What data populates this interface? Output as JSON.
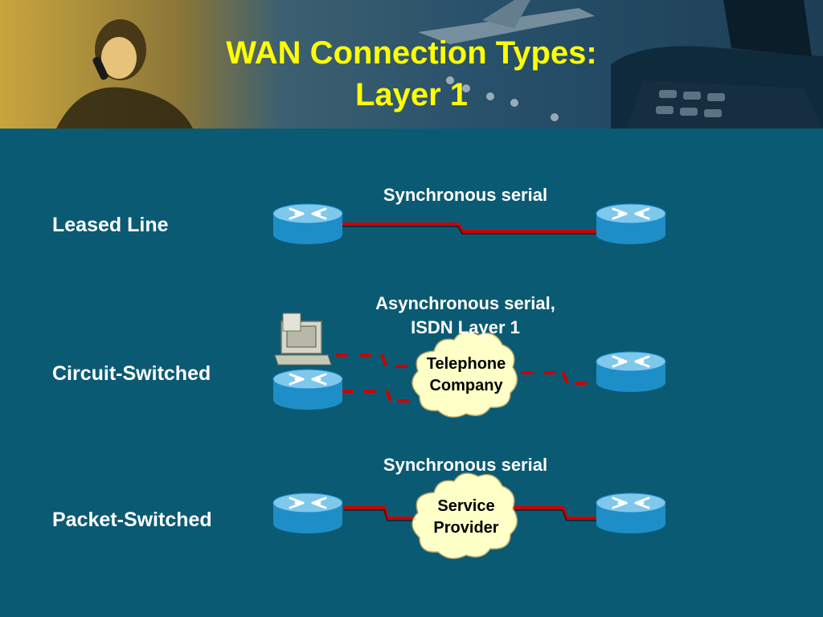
{
  "title": {
    "line1": "WAN Connection Types:",
    "line2": "Layer 1"
  },
  "rows": {
    "leased": {
      "label": "Leased Line",
      "caption": "Synchronous serial"
    },
    "circuit": {
      "label": "Circuit-Switched",
      "caption_line1": "Asynchronous serial,",
      "caption_line2": "ISDN Layer 1",
      "cloud_line1": "Telephone",
      "cloud_line2": "Company"
    },
    "packet": {
      "label": "Packet-Switched",
      "caption": "Synchronous serial",
      "cloud_line1": "Service",
      "cloud_line2": "Provider"
    }
  },
  "colors": {
    "background": "#0b5a74",
    "title": "#ffff00",
    "banner_gold": "#b59434",
    "banner_blue": "#27506a",
    "router_top": "#7fc8ec",
    "router_body": "#1e8ec8",
    "link": "#cc0000",
    "cloud": "#ffffc8"
  },
  "icons": [
    "router-icon",
    "pc-icon",
    "cloud-icon",
    "phone-icon",
    "airplane-icon"
  ]
}
